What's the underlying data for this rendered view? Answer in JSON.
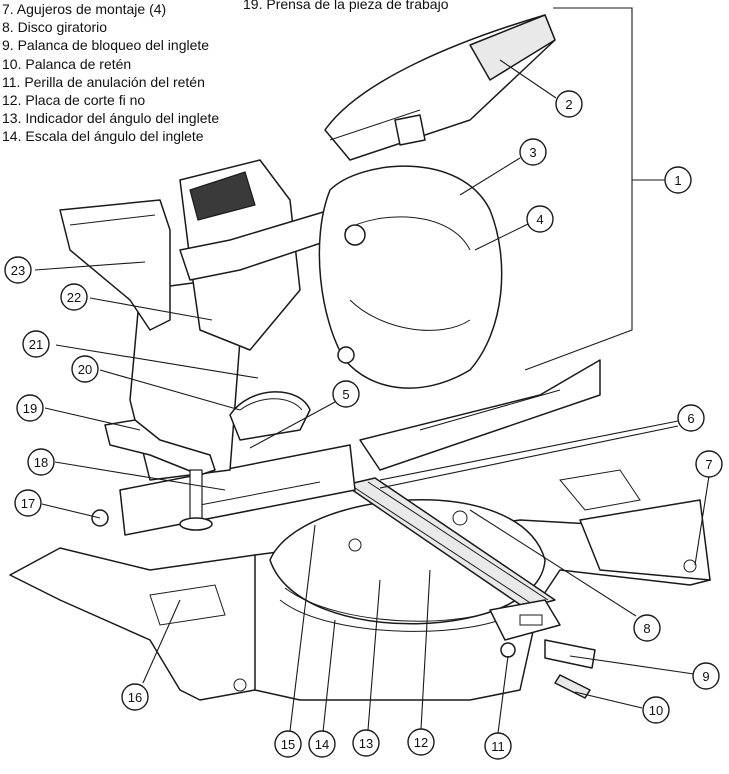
{
  "legend_left": [
    "7.  Agujeros de montaje (4)",
    "8.  Disco  giratorio",
    "9.  Palanca de bloqueo del inglete",
    "10. Palanca de retén",
    "11. Perilla de anulación del retén",
    "12. Placa de corte fi no",
    "13. Indicador del ángulo del inglete",
    "14. Escala del ángulo del inglete"
  ],
  "legend_right": "19. Prensa de la pieza de trabajo",
  "callouts": [
    "1",
    "2",
    "3",
    "4",
    "5",
    "6",
    "7",
    "8",
    "9",
    "10",
    "11",
    "12",
    "13",
    "14",
    "15",
    "16",
    "17",
    "18",
    "19",
    "20",
    "21",
    "22",
    "23"
  ]
}
